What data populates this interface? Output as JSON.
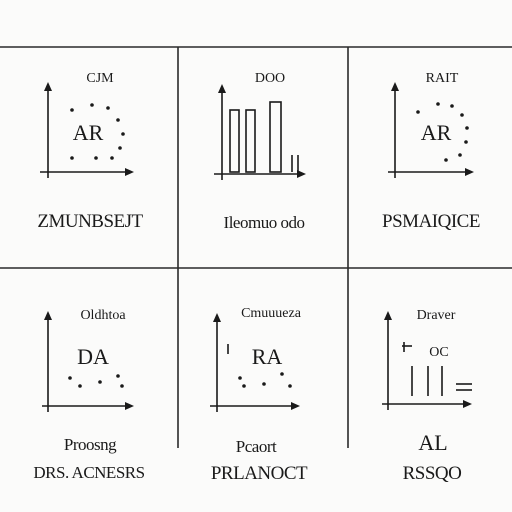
{
  "colors": {
    "ink": "#1a1a1a",
    "paper": "#fbfbfa",
    "grid": "#2a2a2a"
  },
  "panels": [
    {
      "name": "panel-1",
      "chart_label": "CJM",
      "inner_text": "AR",
      "caption": "ZMUNBSEJT",
      "caption2": "",
      "icon": "scatter-chart-icon"
    },
    {
      "name": "panel-2",
      "chart_label": "DOO",
      "inner_text": "",
      "caption": "Ileomuo odo",
      "caption2": "",
      "icon": "bar-chart-icon"
    },
    {
      "name": "panel-3",
      "chart_label": "RAIT",
      "inner_text": "AR",
      "caption": "PSMAIQICE",
      "caption2": "",
      "icon": "scatter-chart-icon"
    },
    {
      "name": "panel-4",
      "chart_label": "Oldhtoa",
      "inner_text": "DA",
      "caption": "Proosng",
      "caption2": "DRS. ACNESRS",
      "icon": "scatter-chart-icon"
    },
    {
      "name": "panel-5",
      "chart_label": "Cmuuueza",
      "inner_text": "RA",
      "caption": "Pcaort",
      "caption2": "PRLANOCT",
      "icon": "scatter-chart-icon"
    },
    {
      "name": "panel-6",
      "chart_label": "Draver",
      "inner_text": "OC",
      "caption": "AL",
      "caption2": "RSSQO",
      "icon": "bar-chart-icon"
    }
  ]
}
